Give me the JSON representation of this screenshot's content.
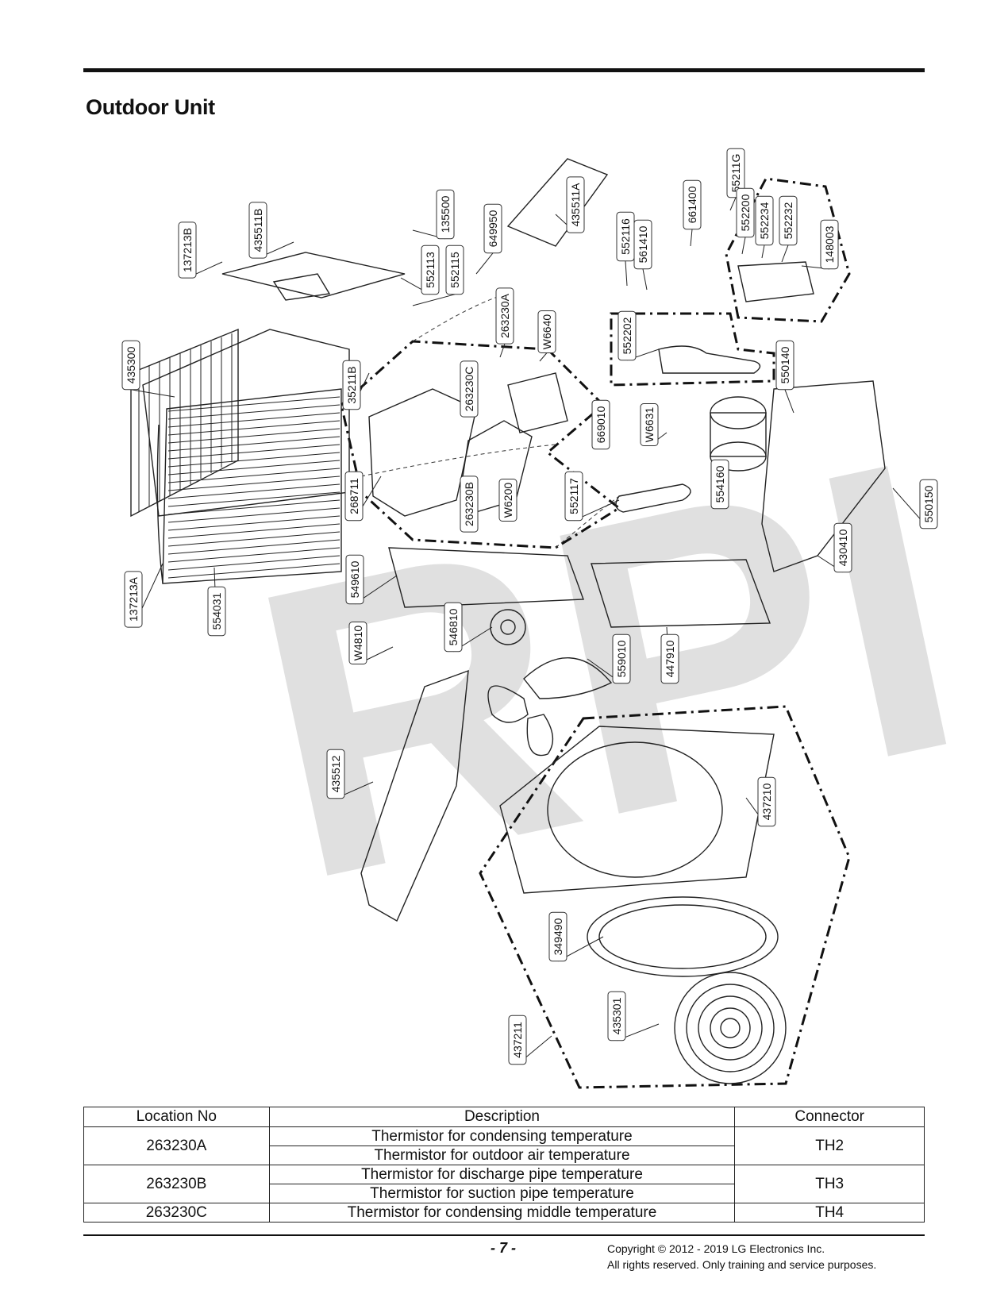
{
  "page": {
    "title": "Outdoor Unit",
    "page_number": "- 7 -",
    "copyright_line1": "Copyright © 2012 - 2019 LG Electronics Inc.",
    "copyright_line2": "All rights reserved. Only training and service purposes.",
    "watermark": "RPI"
  },
  "callouts": [
    {
      "label": "435511B"
    },
    {
      "label": "135500"
    },
    {
      "label": "137213B"
    },
    {
      "label": "552113"
    },
    {
      "label": "552115"
    },
    {
      "label": "649950"
    },
    {
      "label": "435511A"
    },
    {
      "label": "552116"
    },
    {
      "label": "561410"
    },
    {
      "label": "661400"
    },
    {
      "label": "55211G"
    },
    {
      "label": "552200"
    },
    {
      "label": "552234"
    },
    {
      "label": "552232"
    },
    {
      "label": "148003"
    },
    {
      "label": "263230A"
    },
    {
      "label": "W6640"
    },
    {
      "label": "552202"
    },
    {
      "label": "435300"
    },
    {
      "label": "35211B"
    },
    {
      "label": "263230C"
    },
    {
      "label": "550140"
    },
    {
      "label": "669010"
    },
    {
      "label": "W6631"
    },
    {
      "label": "268711"
    },
    {
      "label": "263230B"
    },
    {
      "label": "W6200"
    },
    {
      "label": "552117"
    },
    {
      "label": "554160"
    },
    {
      "label": "550150"
    },
    {
      "label": "430410"
    },
    {
      "label": "137213A"
    },
    {
      "label": "554031"
    },
    {
      "label": "549610"
    },
    {
      "label": "546810"
    },
    {
      "label": "W4810"
    },
    {
      "label": "559010"
    },
    {
      "label": "447910"
    },
    {
      "label": "435512"
    },
    {
      "label": "437210"
    },
    {
      "label": "349490"
    },
    {
      "label": "435301"
    },
    {
      "label": "437211"
    }
  ],
  "table": {
    "headers": [
      "Location No",
      "Description",
      "Connector"
    ],
    "groups": [
      {
        "location": "263230A",
        "descriptions": [
          "Thermistor for condensing temperature",
          "Thermistor for outdoor air temperature"
        ],
        "connector": "TH2"
      },
      {
        "location": "263230B",
        "descriptions": [
          "Thermistor for discharge pipe temperature",
          "Thermistor for suction pipe temperature"
        ],
        "connector": "TH3"
      },
      {
        "location": "263230C",
        "descriptions": [
          "Thermistor for condensing middle temperature"
        ],
        "connector": "TH4"
      }
    ]
  }
}
